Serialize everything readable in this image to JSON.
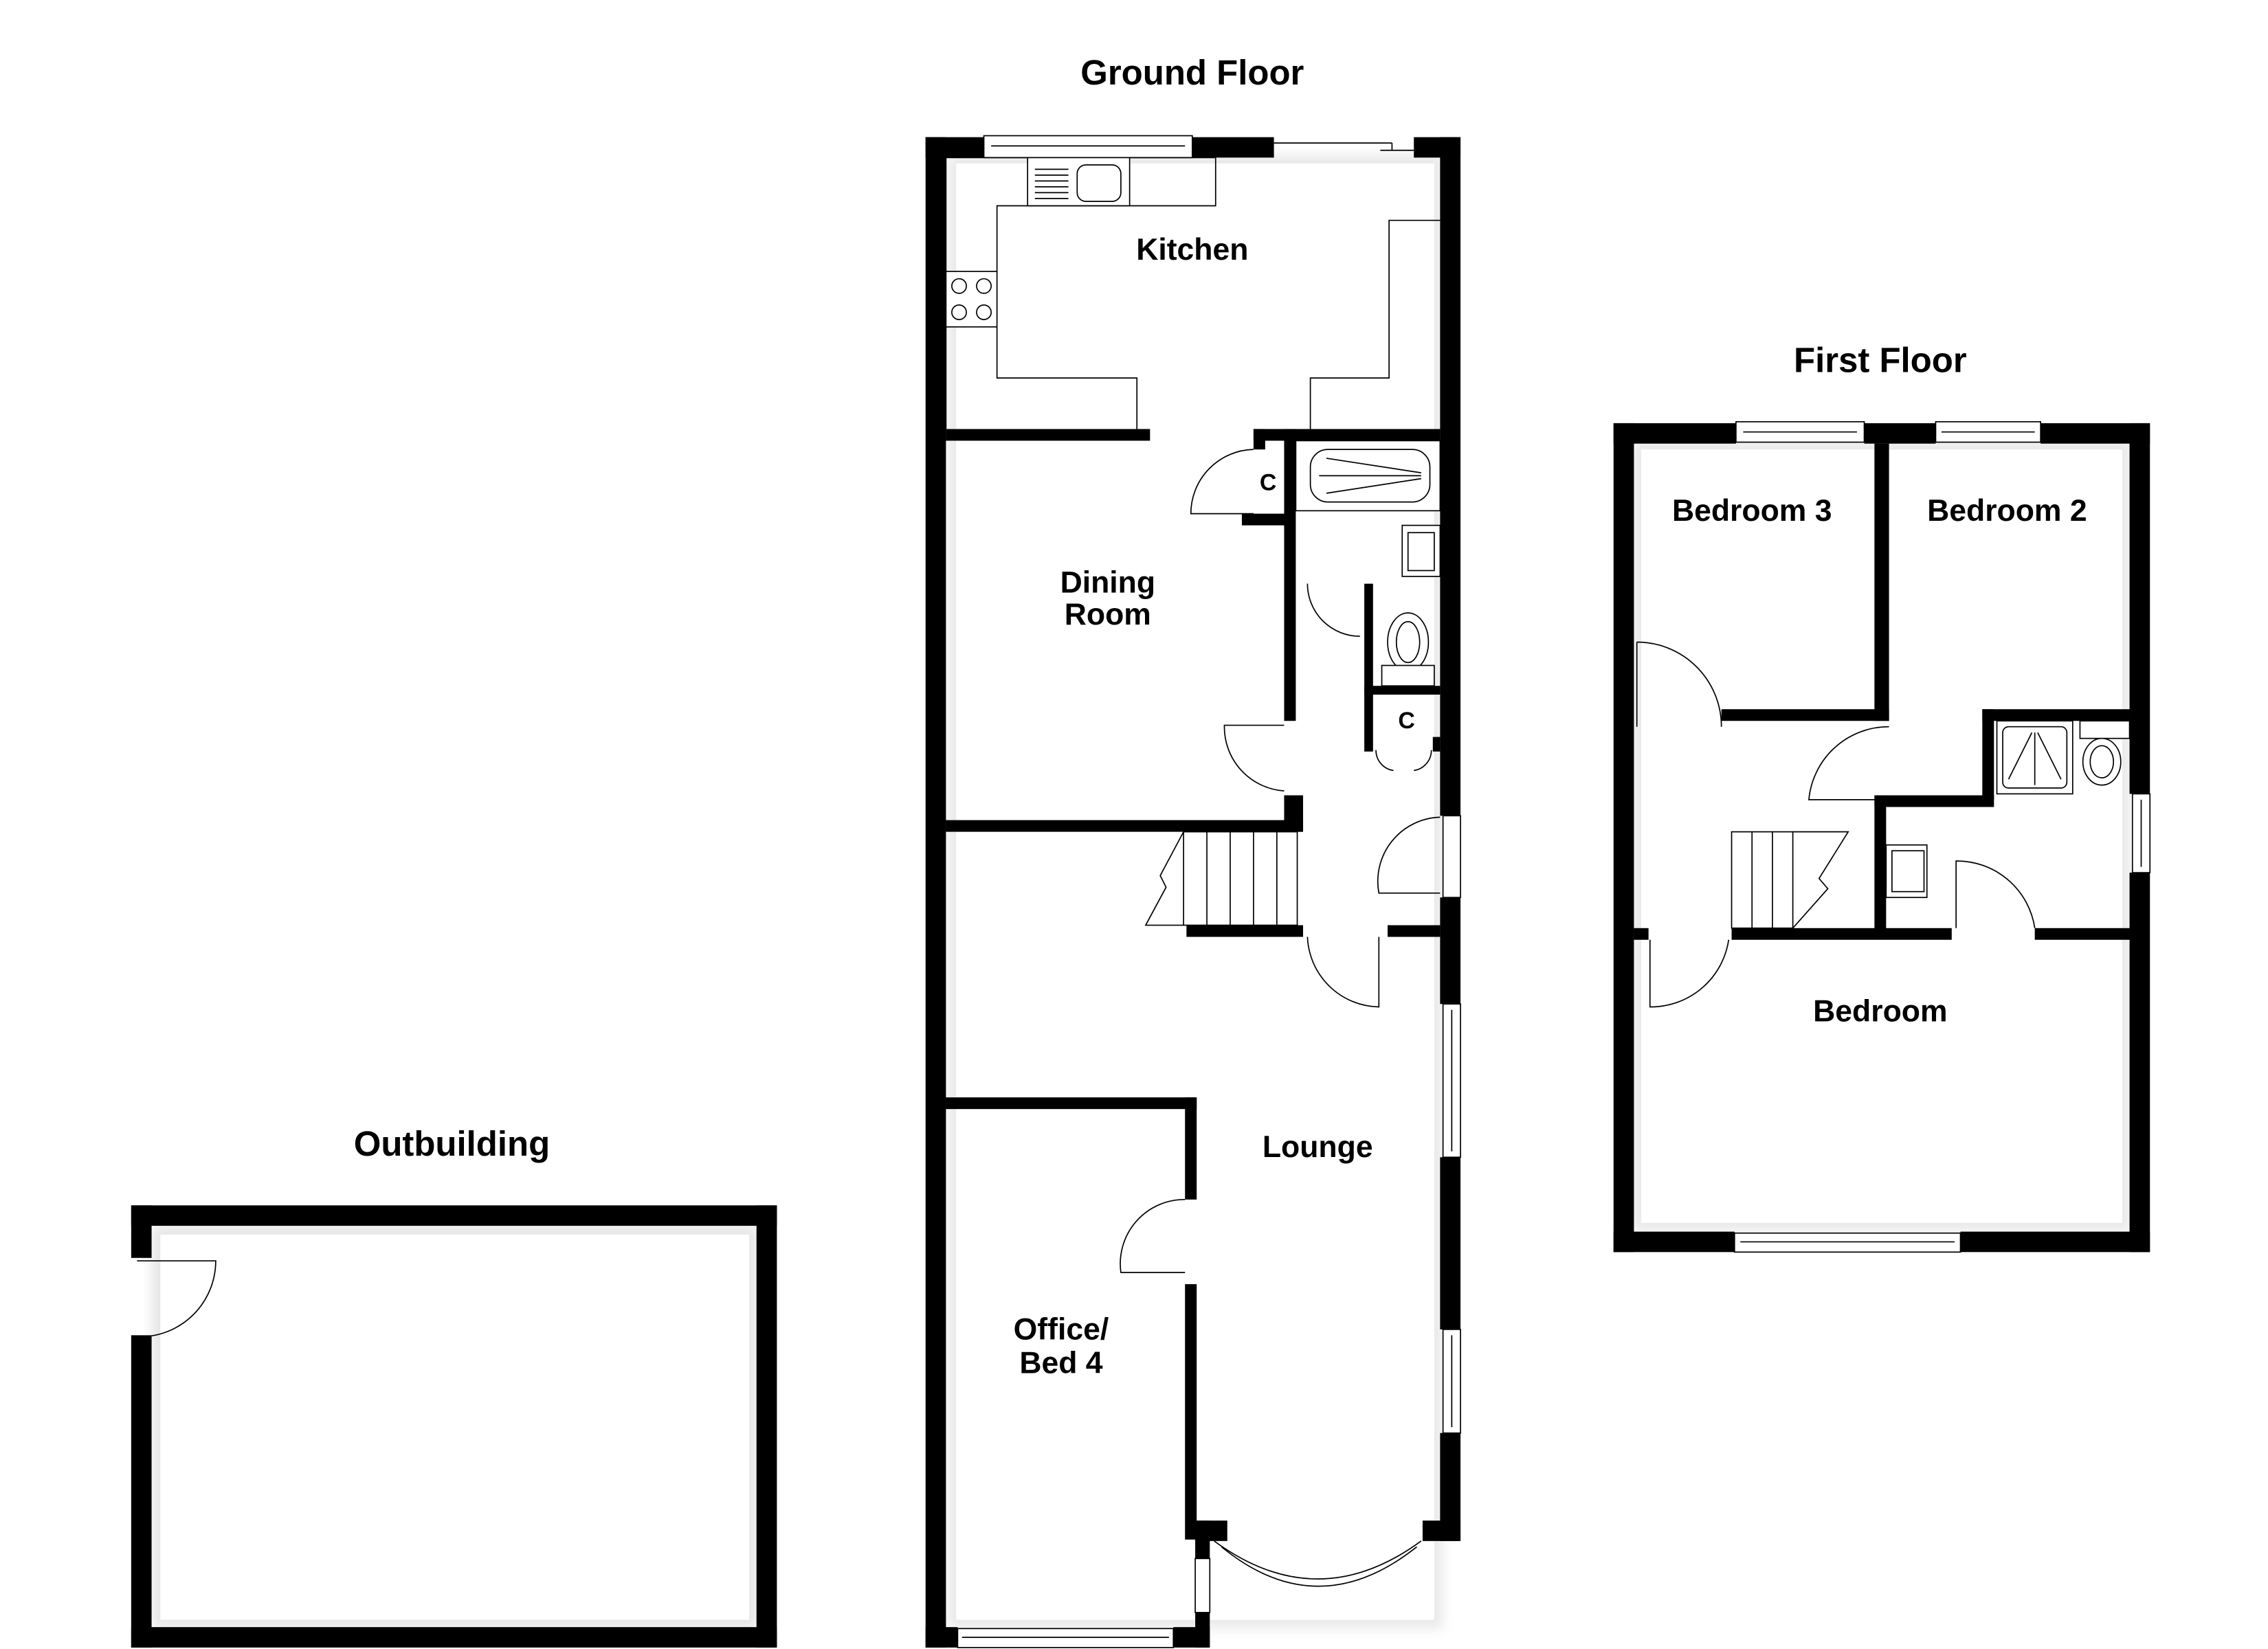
{
  "floors": {
    "ground": {
      "title": "Ground Floor",
      "rooms": {
        "kitchen": "Kitchen",
        "dining_line1": "Dining",
        "dining_line2": "Room",
        "lounge": "Lounge",
        "office_line1": "Office/",
        "office_line2": "Bed 4",
        "cupboard_1": "C",
        "cupboard_2": "C"
      }
    },
    "first": {
      "title": "First Floor",
      "rooms": {
        "bedroom3": "Bedroom 3",
        "bedroom2": "Bedroom 2",
        "bedroom": "Bedroom"
      }
    },
    "outbuilding": {
      "title": "Outbuilding"
    }
  },
  "colors": {
    "wall": "#000000",
    "background": "#ffffff"
  }
}
